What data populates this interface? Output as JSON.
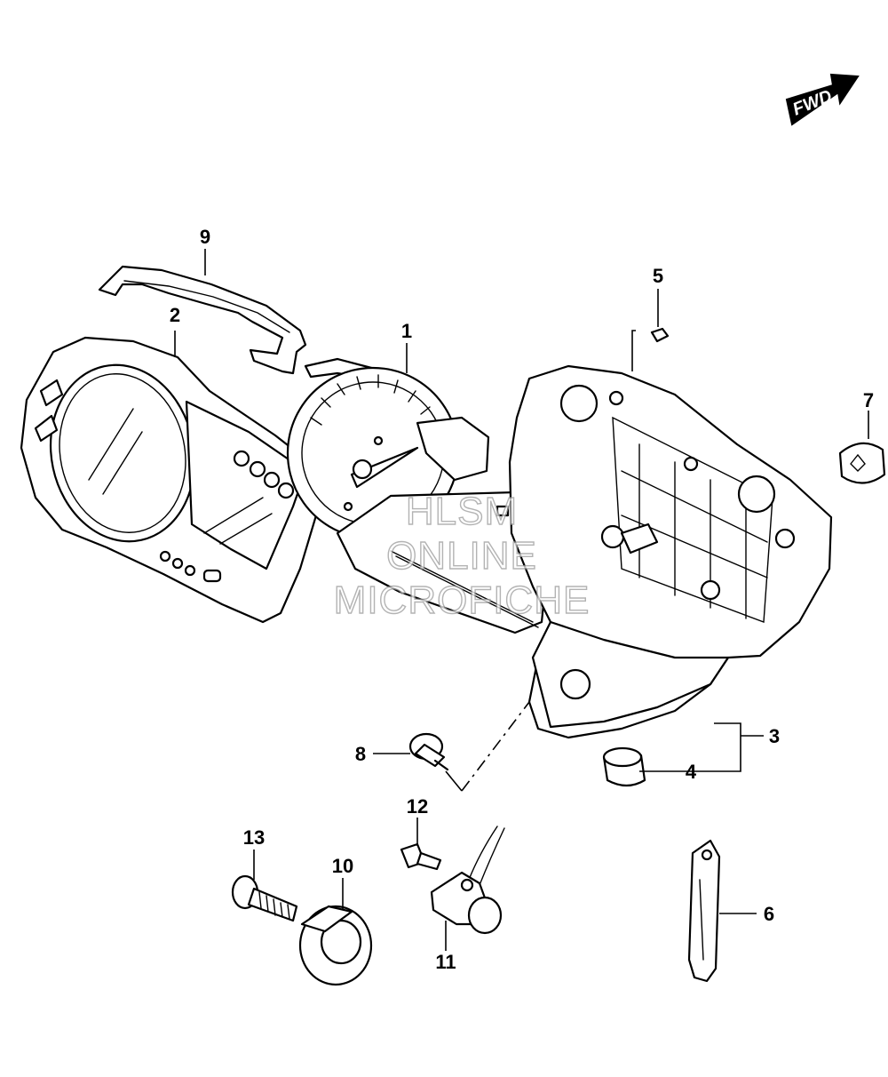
{
  "fwd_label": "FWD",
  "watermark": [
    "HLSM",
    "ONLINE",
    "MICROFICHE"
  ],
  "callouts": {
    "c1": "1",
    "c2": "2",
    "c3": "3",
    "c4": "4",
    "c5": "5",
    "c6": "6",
    "c7": "7",
    "c8": "8",
    "c9": "9",
    "c10": "10",
    "c11": "11",
    "c12": "12",
    "c13": "13"
  }
}
